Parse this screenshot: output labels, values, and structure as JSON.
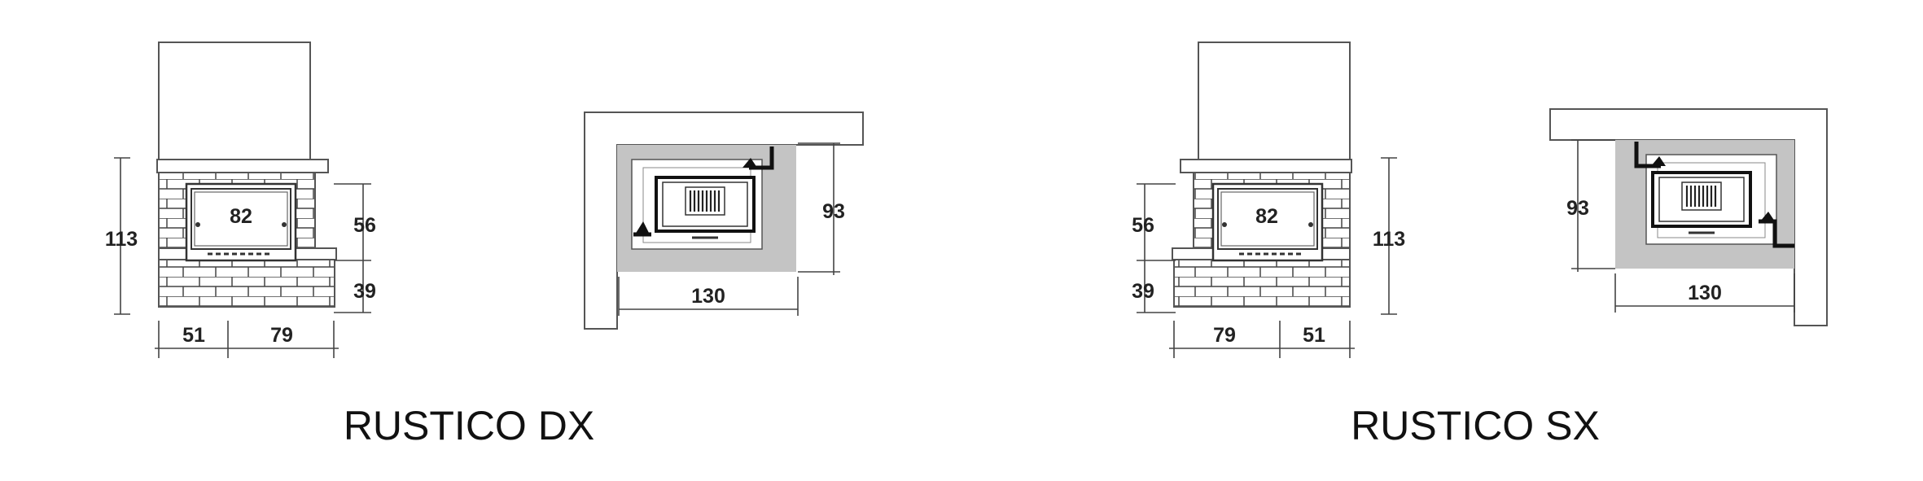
{
  "left": {
    "title": "RUSTICO DX",
    "front": {
      "height": "113",
      "opening_height": "56",
      "base_height": "39",
      "opening_width": "82",
      "left_width": "51",
      "right_width": "79"
    },
    "plan": {
      "depth": "93",
      "width": "130"
    }
  },
  "right": {
    "title": "RUSTICO SX",
    "front": {
      "height": "113",
      "opening_height": "56",
      "base_height": "39",
      "opening_width": "82",
      "left_width": "79",
      "right_width": "51"
    },
    "plan": {
      "depth": "93",
      "width": "130"
    }
  },
  "colors": {
    "floor_grey": "#c4c4c4",
    "wall_outline": "#555555",
    "insert_frame": "#111111"
  }
}
